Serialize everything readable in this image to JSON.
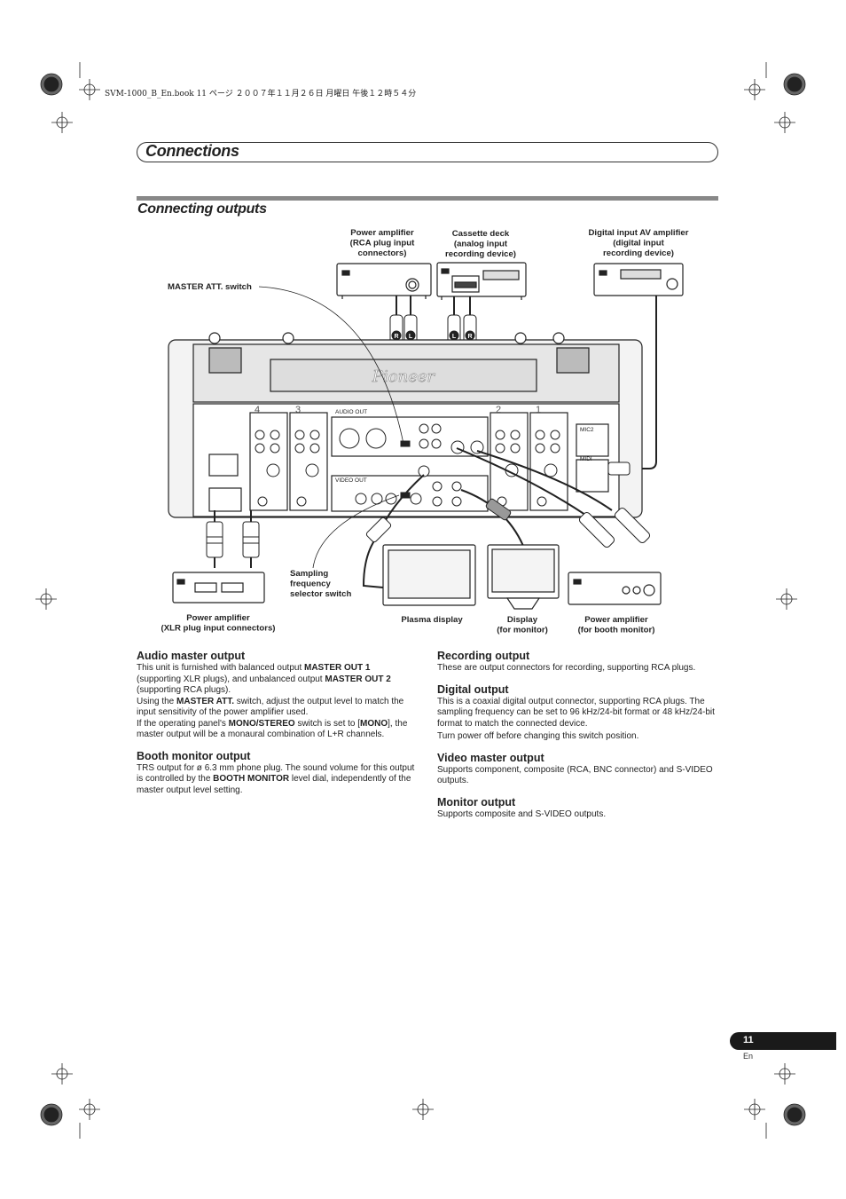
{
  "print_header": "SVM-1000_B_En.book  11 ページ  ２００７年１１月２６日  月曜日  午後１２時５４分",
  "section_title": "Connections",
  "subsection_title": "Connecting outputs",
  "diagram": {
    "labels": {
      "power_amp_rca": [
        "Power amplifier",
        "(RCA plug input",
        "connectors)"
      ],
      "cassette_deck": [
        "Cassette deck",
        "(analog input",
        "recording device)"
      ],
      "digital_av_amp": [
        "Digital input AV amplifier",
        "(digital input",
        "recording device)"
      ],
      "master_att_switch": "MASTER ATT. switch",
      "sampling_switch": [
        "Sampling",
        "frequency",
        "selector switch"
      ],
      "power_amp_xlr": [
        "Power amplifier",
        "(XLR plug input connectors)"
      ],
      "plasma_display": "Plasma display",
      "display_monitor": [
        "Display",
        "(for monitor)"
      ],
      "power_amp_booth": [
        "Power amplifier",
        "(for booth monitor)"
      ]
    },
    "panel_text": {
      "audio_out": "AUDIO  OUT",
      "video_out": "VIDEO  OUT",
      "ch4": "4",
      "ch3": "3",
      "ch2": "2",
      "ch1": "1",
      "mic2": "MIC2",
      "midi": "MIDI",
      "brand": "Pioneer",
      "plug_r": "R",
      "plug_l": "L"
    }
  },
  "sections": {
    "audio_master": {
      "heading": "Audio master output",
      "p1_a": "This unit is furnished with balanced output ",
      "p1_b": "MASTER OUT 1",
      "p1_c": " (supporting XLR plugs), and unbalanced output ",
      "p1_d": "MASTER OUT 2",
      "p1_e": " (supporting RCA plugs).",
      "p2_a": "Using the ",
      "p2_b": "MASTER ATT.",
      "p2_c": " switch, adjust the output level to match the input sensitivity of the power amplifier used.",
      "p3_a": "If the operating panel's ",
      "p3_b": "MONO/STEREO",
      "p3_c": " switch is set to [",
      "p3_d": "MONO",
      "p3_e": "], the master output will be a monaural combination of L+R channels."
    },
    "booth_monitor": {
      "heading": "Booth monitor output",
      "p1_a": "TRS output for ø 6.3 mm phone plug. The sound volume for this output is controlled by the ",
      "p1_b": "BOOTH MONITOR",
      "p1_c": " level dial, independently of the master output level setting."
    },
    "recording": {
      "heading": "Recording output",
      "p1": "These are output connectors for recording, supporting RCA plugs."
    },
    "digital": {
      "heading": "Digital output",
      "p1": "This is a coaxial digital output connector, supporting RCA plugs. The sampling frequency can be set to 96 kHz/24-bit format or 48 kHz/24-bit format to match the connected device.",
      "p2": "Turn power off before changing this switch position."
    },
    "video_master": {
      "heading": "Video master output",
      "p1": "Supports component, composite (RCA, BNC connector) and S-VIDEO outputs."
    },
    "monitor": {
      "heading": "Monitor output",
      "p1": "Supports composite and S-VIDEO outputs."
    }
  },
  "page_number": "11",
  "page_lang": "En"
}
